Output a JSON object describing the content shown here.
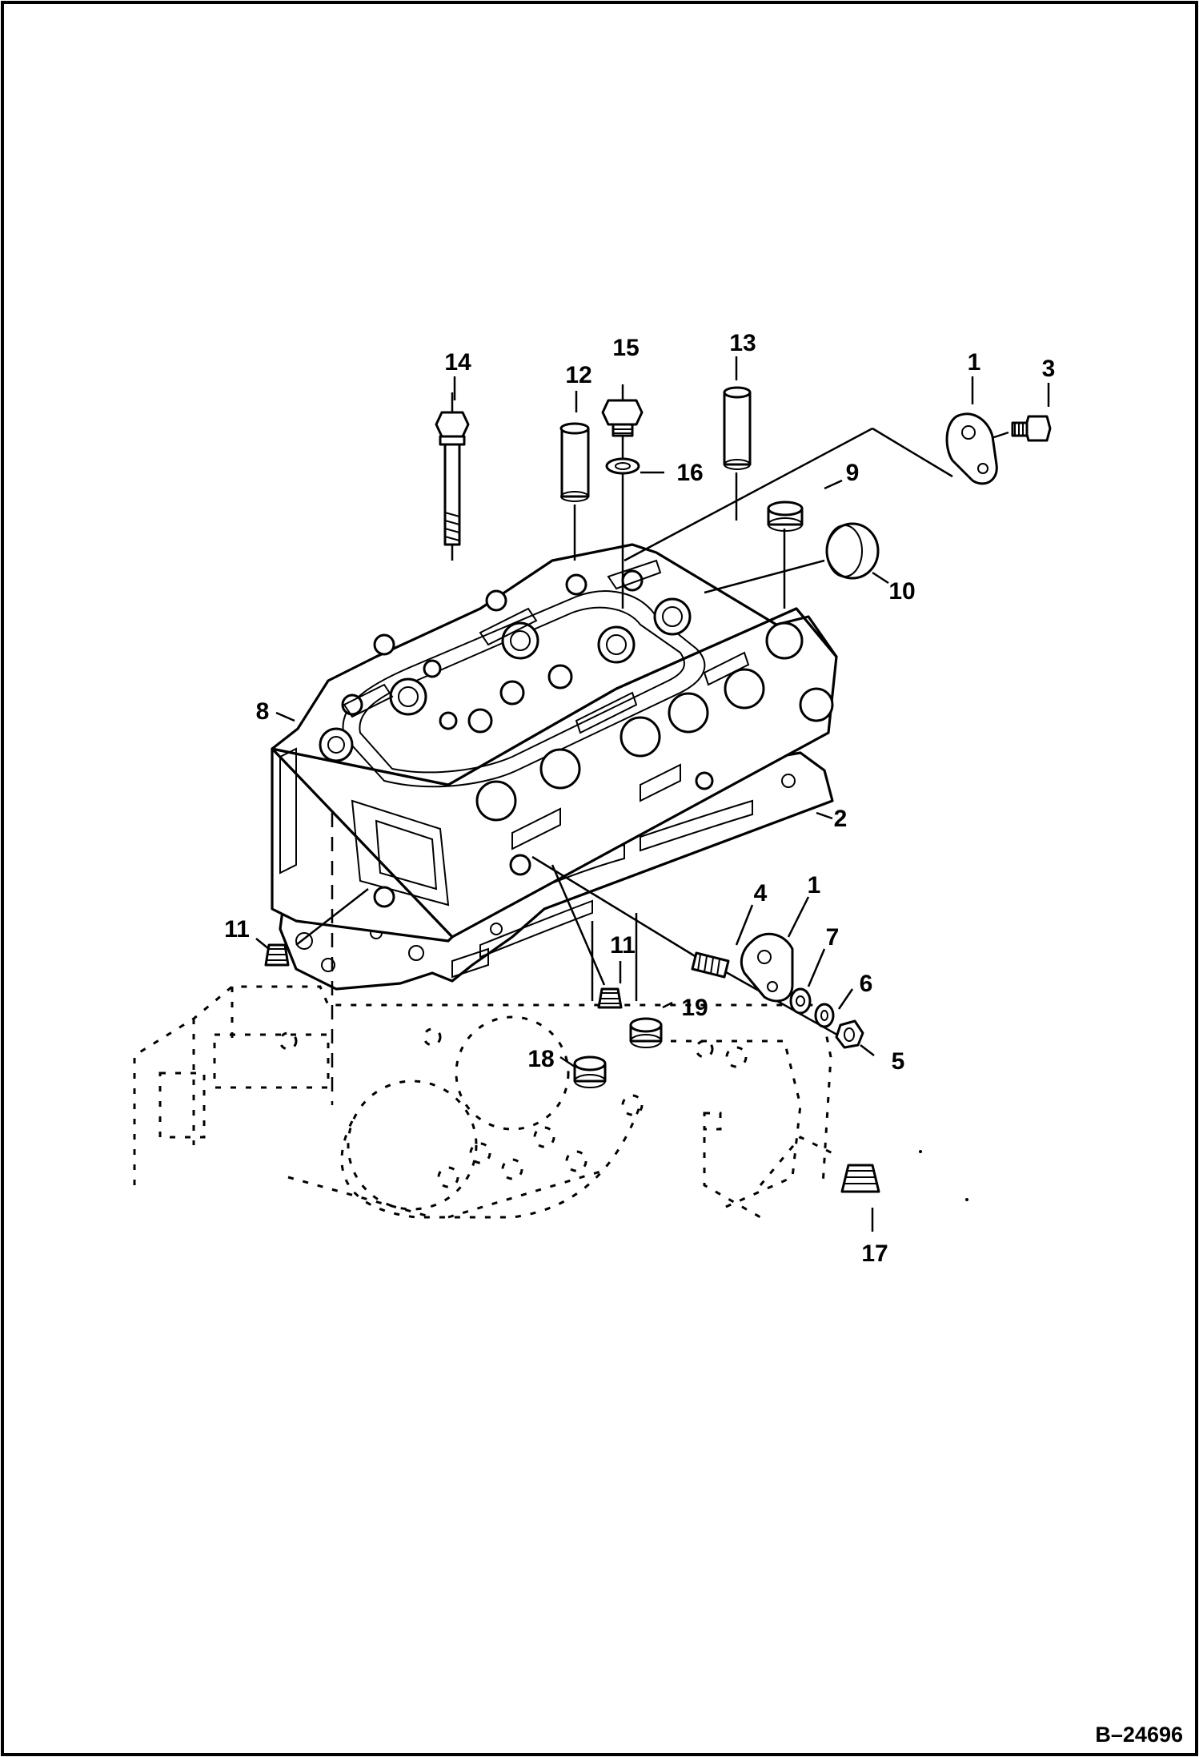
{
  "document_id": "B–24696",
  "callouts": [
    {
      "id": "14",
      "text": "14"
    },
    {
      "id": "12",
      "text": "12"
    },
    {
      "id": "15",
      "text": "15"
    },
    {
      "id": "13",
      "text": "13"
    },
    {
      "id": "1-top",
      "text": "1"
    },
    {
      "id": "3",
      "text": "3"
    },
    {
      "id": "16",
      "text": "16"
    },
    {
      "id": "9",
      "text": "9"
    },
    {
      "id": "10",
      "text": "10"
    },
    {
      "id": "8",
      "text": "8"
    },
    {
      "id": "2",
      "text": "2"
    },
    {
      "id": "4",
      "text": "4"
    },
    {
      "id": "1-bottom",
      "text": "1"
    },
    {
      "id": "7",
      "text": "7"
    },
    {
      "id": "6",
      "text": "6"
    },
    {
      "id": "5",
      "text": "5"
    },
    {
      "id": "11-left",
      "text": "11"
    },
    {
      "id": "11-center",
      "text": "11"
    },
    {
      "id": "19",
      "text": "19"
    },
    {
      "id": "18",
      "text": "18"
    },
    {
      "id": "17",
      "text": "17"
    }
  ]
}
